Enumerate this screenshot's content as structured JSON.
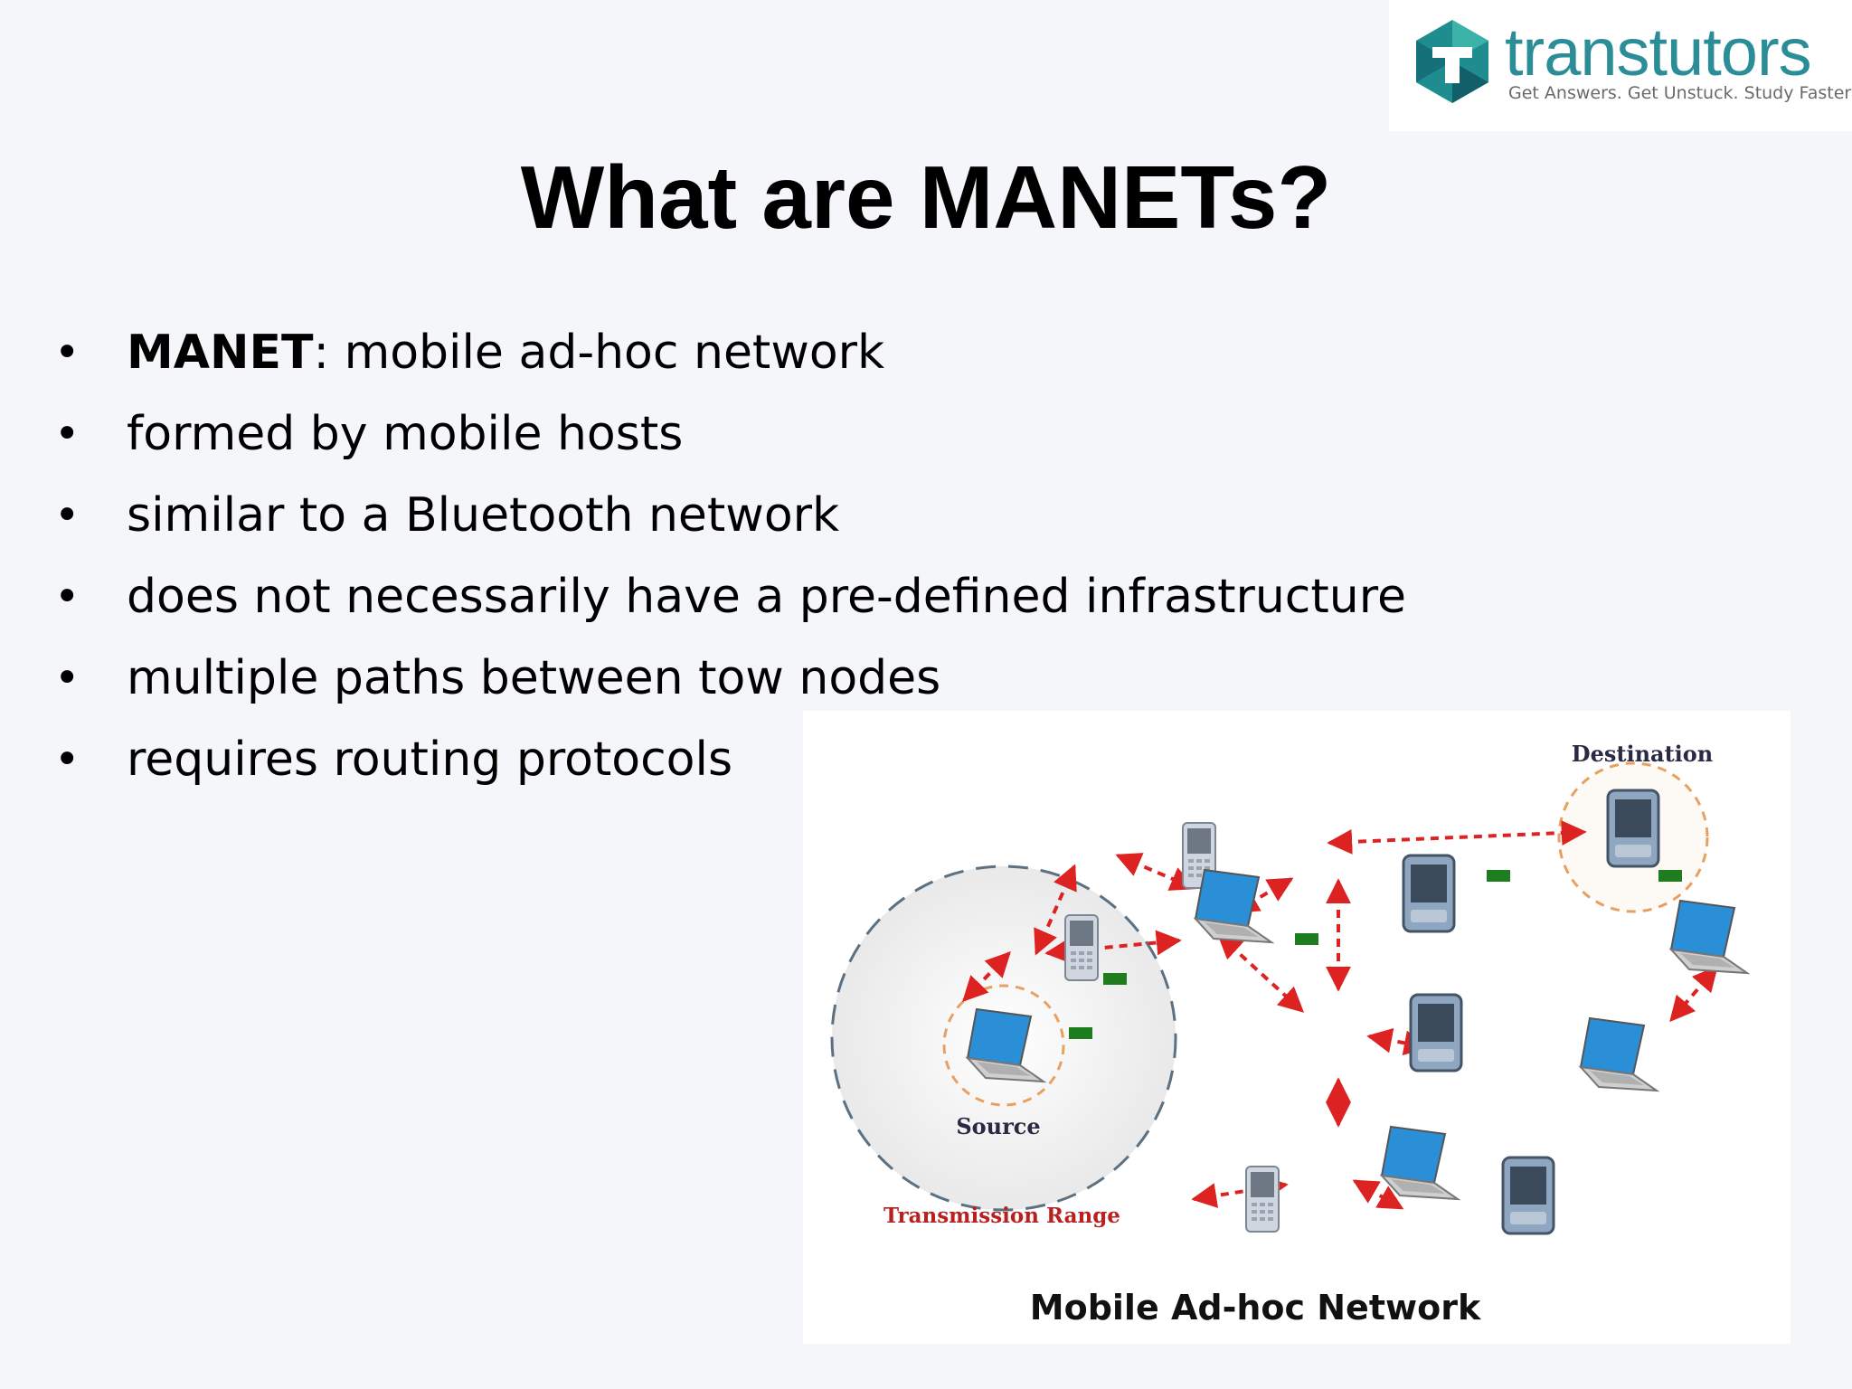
{
  "logo": {
    "wordmark": "transtutors",
    "tagline": "Get Answers. Get Unstuck. Study Faster"
  },
  "slide": {
    "title": "What are MANETs?",
    "bullets": [
      {
        "term": "MANET",
        "text": ": mobile ad-hoc network"
      },
      {
        "term": "",
        "text": "formed by mobile hosts"
      },
      {
        "term": "",
        "text": "similar to a Bluetooth network"
      },
      {
        "term": "",
        "text": "does not necessarily have a pre-defined infrastructure"
      },
      {
        "term": "",
        "text": "multiple paths between tow nodes"
      },
      {
        "term": "",
        "text": "requires routing protocols"
      }
    ],
    "bullet_glyph": "•"
  },
  "figure": {
    "label_destination": "Destination",
    "label_source": "Source",
    "label_range": "Transmission Range",
    "caption": "Mobile Ad-hoc Network",
    "colors": {
      "link": "#dd2222",
      "packet": "#1e7d1e",
      "laptop_screen": "#2a8fd6",
      "range_ring": "#e8a060"
    }
  }
}
